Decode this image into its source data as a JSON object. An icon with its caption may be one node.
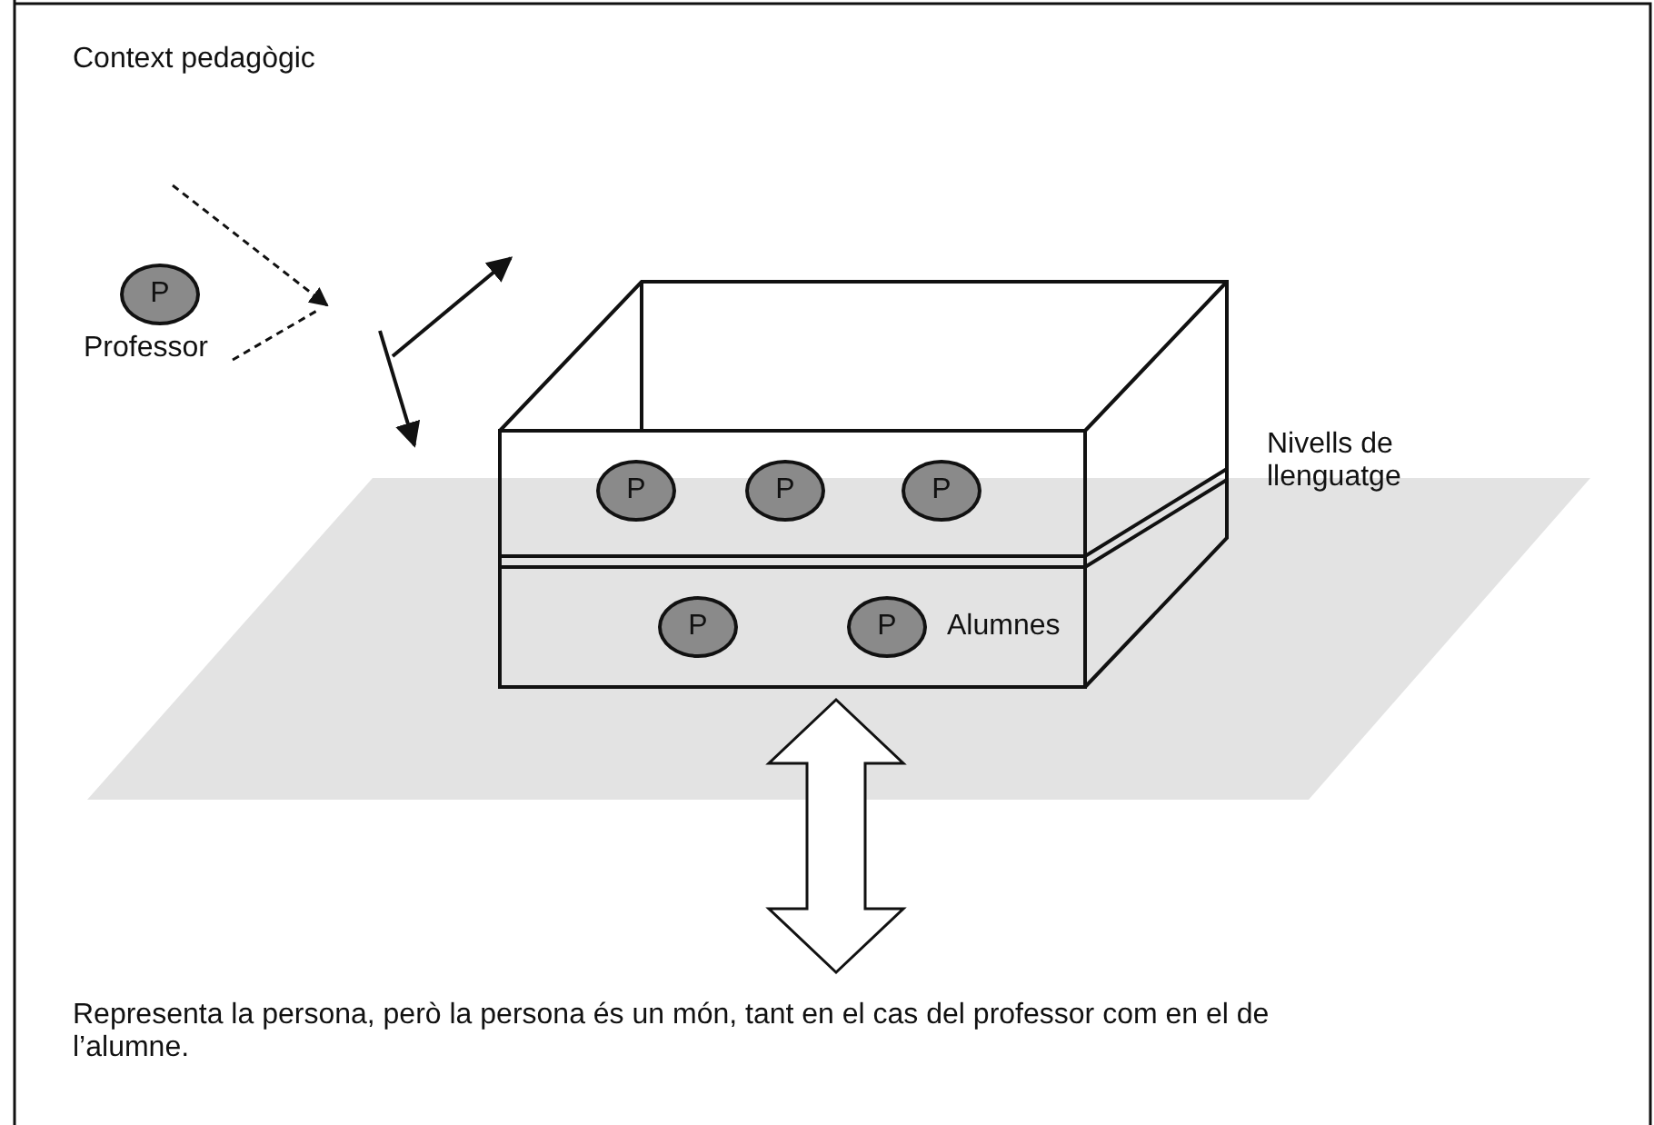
{
  "diagram": {
    "title": "Context pedagògic",
    "caption": "Representa la persona, però la persona és un món, tant en el cas del professor com en el de l’alumne.",
    "nodes": [
      {
        "text": [
          "P"
        ],
        "beside": [
          "Professor"
        ]
      },
      {
        "text": [
          "P"
        ]
      },
      {
        "text": [
          "P"
        ]
      },
      {
        "text": [
          "P"
        ]
      },
      {
        "text": [
          "P"
        ]
      },
      {
        "text": [
          "P"
        ]
      }
    ],
    "labels": [
      "Nivells de llenguatge",
      "Alumnes"
    ]
  }
}
